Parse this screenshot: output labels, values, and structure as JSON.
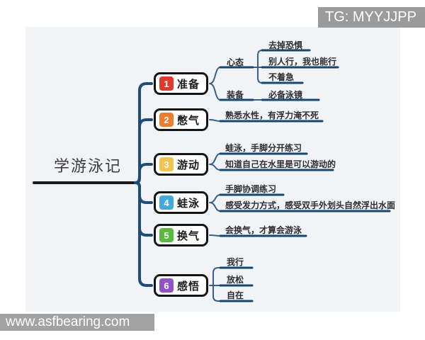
{
  "watermarks": {
    "top_right": "TG: MYYJJPP",
    "bottom_left": "www.asfbearing.com"
  },
  "root": {
    "label": "学游泳记"
  },
  "branches": [
    {
      "num": "1",
      "label": "准备",
      "color": "#e0392f",
      "subs": [
        {
          "label": "心态",
          "leaves": [
            "去掉恐惧",
            "别人行，我也能行",
            "不着急"
          ]
        },
        {
          "label": "装备",
          "leaves": [
            "必备泳镜"
          ]
        }
      ]
    },
    {
      "num": "2",
      "label": "憋气",
      "color": "#ee7c2f",
      "leaves": [
        "熟悉水性，有浮力淹不死"
      ]
    },
    {
      "num": "3",
      "label": "游动",
      "color": "#f2c34e",
      "leaves": [
        "蛙泳，手脚分开练习",
        "知道自己在水里是可以游动的"
      ]
    },
    {
      "num": "4",
      "label": "蛙泳",
      "color": "#41aada",
      "leaves": [
        "手脚协调练习",
        "感受发力方式，感受双手外划头自然浮出水面"
      ]
    },
    {
      "num": "5",
      "label": "换气",
      "color": "#58bb3f",
      "leaves": [
        "会换气，才算会游泳"
      ]
    },
    {
      "num": "6",
      "label": "感悟",
      "color": "#9253c6",
      "leaves": [
        "我行",
        "放松",
        "自在"
      ]
    }
  ],
  "colors": {
    "line": "#1d4e79",
    "line_thin": "#33608e",
    "underline": "#17466f",
    "root_line": "#1a1a1a",
    "panel_bg": "#f1f3f7",
    "watermark_bg": "#9b9b9b",
    "watermark_bg2": "#a2a2a2"
  }
}
